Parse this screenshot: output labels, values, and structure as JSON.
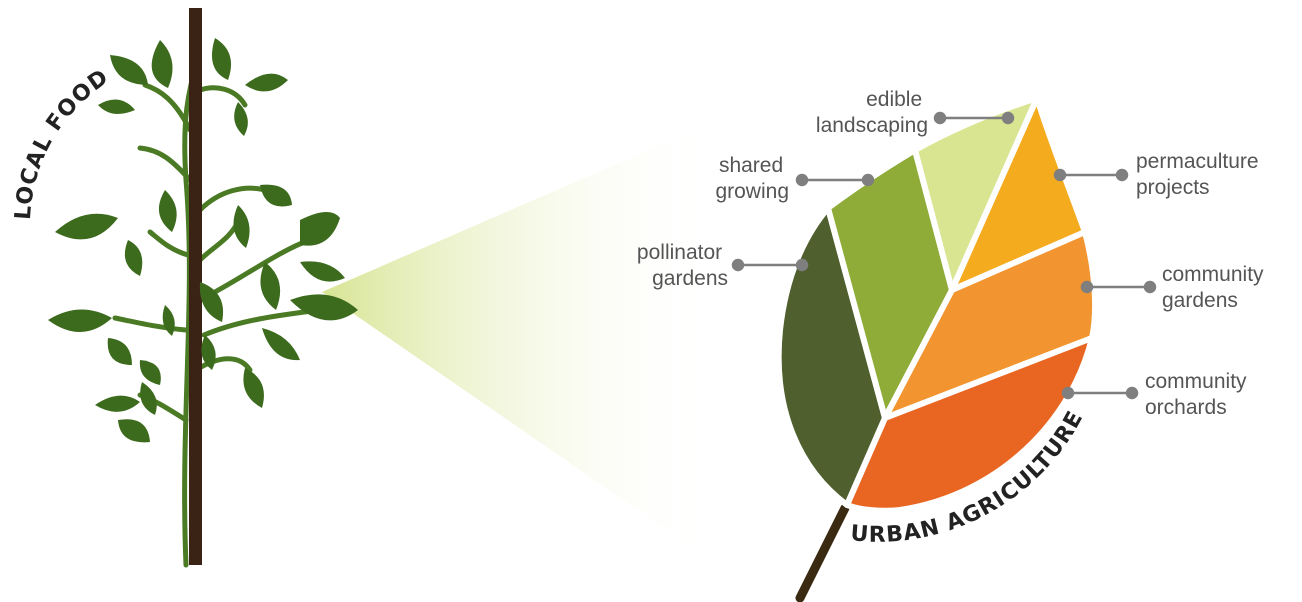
{
  "diagram": {
    "left_title": "LOCAL FOOD",
    "right_title": "URBAN AGRICULTURE",
    "segments": [
      {
        "id": "pollinator",
        "lines": [
          "pollinator",
          "gardens"
        ],
        "color": "#4f5f2d"
      },
      {
        "id": "shared",
        "lines": [
          "shared",
          "growing"
        ],
        "color": "#8fac38"
      },
      {
        "id": "edible",
        "lines": [
          "edible",
          "landscaping"
        ],
        "color": "#d9e591"
      },
      {
        "id": "permaculture",
        "lines": [
          "permaculture",
          "projects"
        ],
        "color": "#f5ab1e"
      },
      {
        "id": "gardens",
        "lines": [
          "community",
          "gardens"
        ],
        "color": "#f29530"
      },
      {
        "id": "orchards",
        "lines": [
          "community",
          "orchards"
        ],
        "color": "#e96622"
      }
    ],
    "colors": {
      "stem": "#3a2215",
      "plant_leaf": "#3d6b1e",
      "plant_vine": "#4a7a23",
      "connector": "#7f7f7f",
      "beam": "#d5e38e"
    }
  }
}
